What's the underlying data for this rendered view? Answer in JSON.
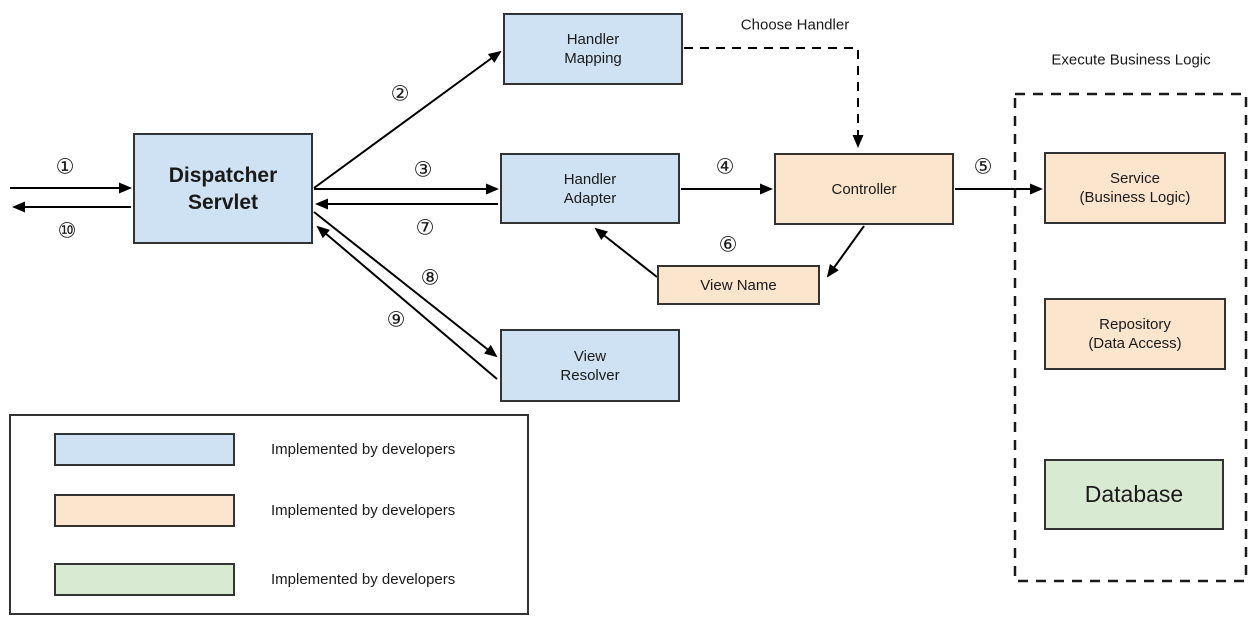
{
  "nodes": {
    "dispatcher_servlet": "Dispatcher\nServlet",
    "handler_mapping": "Handler\nMapping",
    "handler_adapter": "Handler\nAdapter",
    "controller": "Controller",
    "view_name": "View Name",
    "view_resolver": "View\nResolver",
    "service": "Service\n(Business Logic)",
    "repository": "Repository\n(Data Access)",
    "database": "Database"
  },
  "annotations": {
    "choose_handler": "Choose Handler",
    "execute_business_logic": "Execute Business Logic"
  },
  "steps": [
    {
      "glyph": "①"
    },
    {
      "glyph": "②"
    },
    {
      "glyph": "③"
    },
    {
      "glyph": "④"
    },
    {
      "glyph": "⑤"
    },
    {
      "glyph": "⑥"
    },
    {
      "glyph": "⑦"
    },
    {
      "glyph": "⑧"
    },
    {
      "glyph": "⑨"
    },
    {
      "glyph": "⑩"
    }
  ],
  "legend": {
    "items": [
      {
        "swatch_color": "#cfe2f3",
        "label": "Implemented by developers"
      },
      {
        "swatch_color": "#fce5cd",
        "label": "Implemented by developers"
      },
      {
        "swatch_color": "#d9ead3",
        "label": "Implemented by developers"
      }
    ]
  },
  "colors": {
    "node_blue": "#cfe2f3",
    "node_peach": "#fce5cd",
    "node_green": "#d9ead3",
    "border": "#333333",
    "arrow": "#000000"
  }
}
